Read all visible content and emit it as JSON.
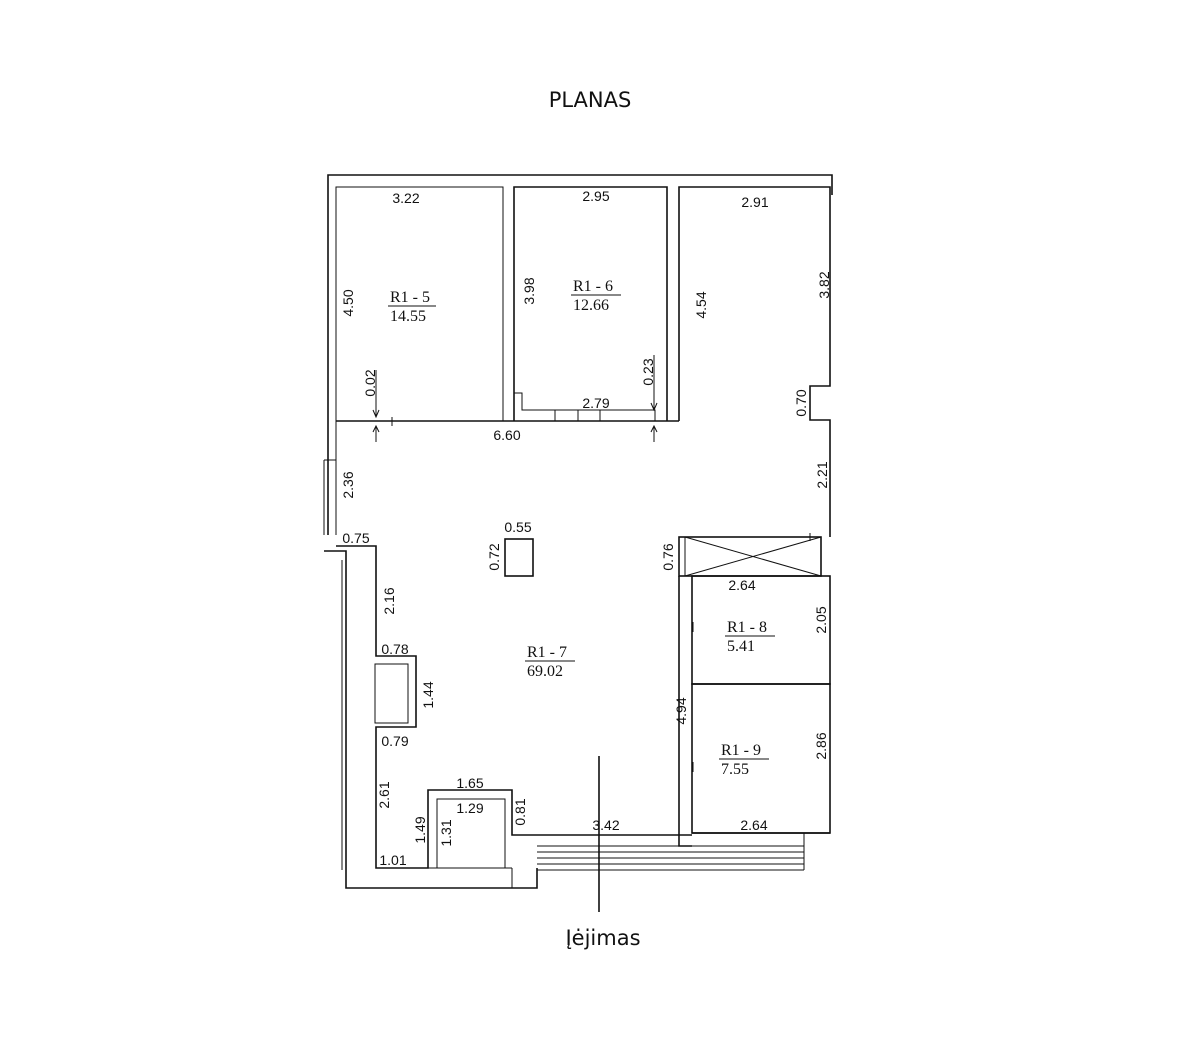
{
  "title": "PLANAS",
  "entrance_label": "Įėjimas",
  "rooms": [
    {
      "id": "R1 - 5",
      "area": "14.55"
    },
    {
      "id": "R1 - 6",
      "area": "12.66"
    },
    {
      "id": "R1 - 7",
      "area": "69.02"
    },
    {
      "id": "R1 - 8",
      "area": "5.41"
    },
    {
      "id": "R1 - 9",
      "area": "7.55"
    }
  ],
  "dimensions": {
    "r5_width": "3.22",
    "r5_height": "4.50",
    "r5_offset": "0.02",
    "r6_width": "2.95",
    "r6_height": "3.98",
    "r6_offset": "0.23",
    "r6_bottom": "2.79",
    "top_right_width": "2.91",
    "left_4_54": "4.54",
    "right_3_82": "3.82",
    "right_0_70": "0.70",
    "right_2_21": "2.21",
    "corridor_6_60": "6.60",
    "left_2_36": "2.36",
    "step_0_75": "0.75",
    "left_2_16": "2.16",
    "column_w": "0.55",
    "column_h": "0.72",
    "niche_w_top": "0.78",
    "niche_h": "1.44",
    "niche_w_bottom": "0.79",
    "left_2_61": "2.61",
    "left_1_49": "1.49",
    "bottom_1_01": "1.01",
    "box_1_65": "1.65",
    "box_1_29": "1.29",
    "box_1_31": "1.31",
    "box_0_81": "0.81",
    "bottom_3_42": "3.42",
    "bottom_2_64": "2.64",
    "shaft_0_76": "0.76",
    "r8_width": "2.64",
    "r8_height": "2.05",
    "r9_left": "4.94",
    "r9_height": "2.86"
  }
}
